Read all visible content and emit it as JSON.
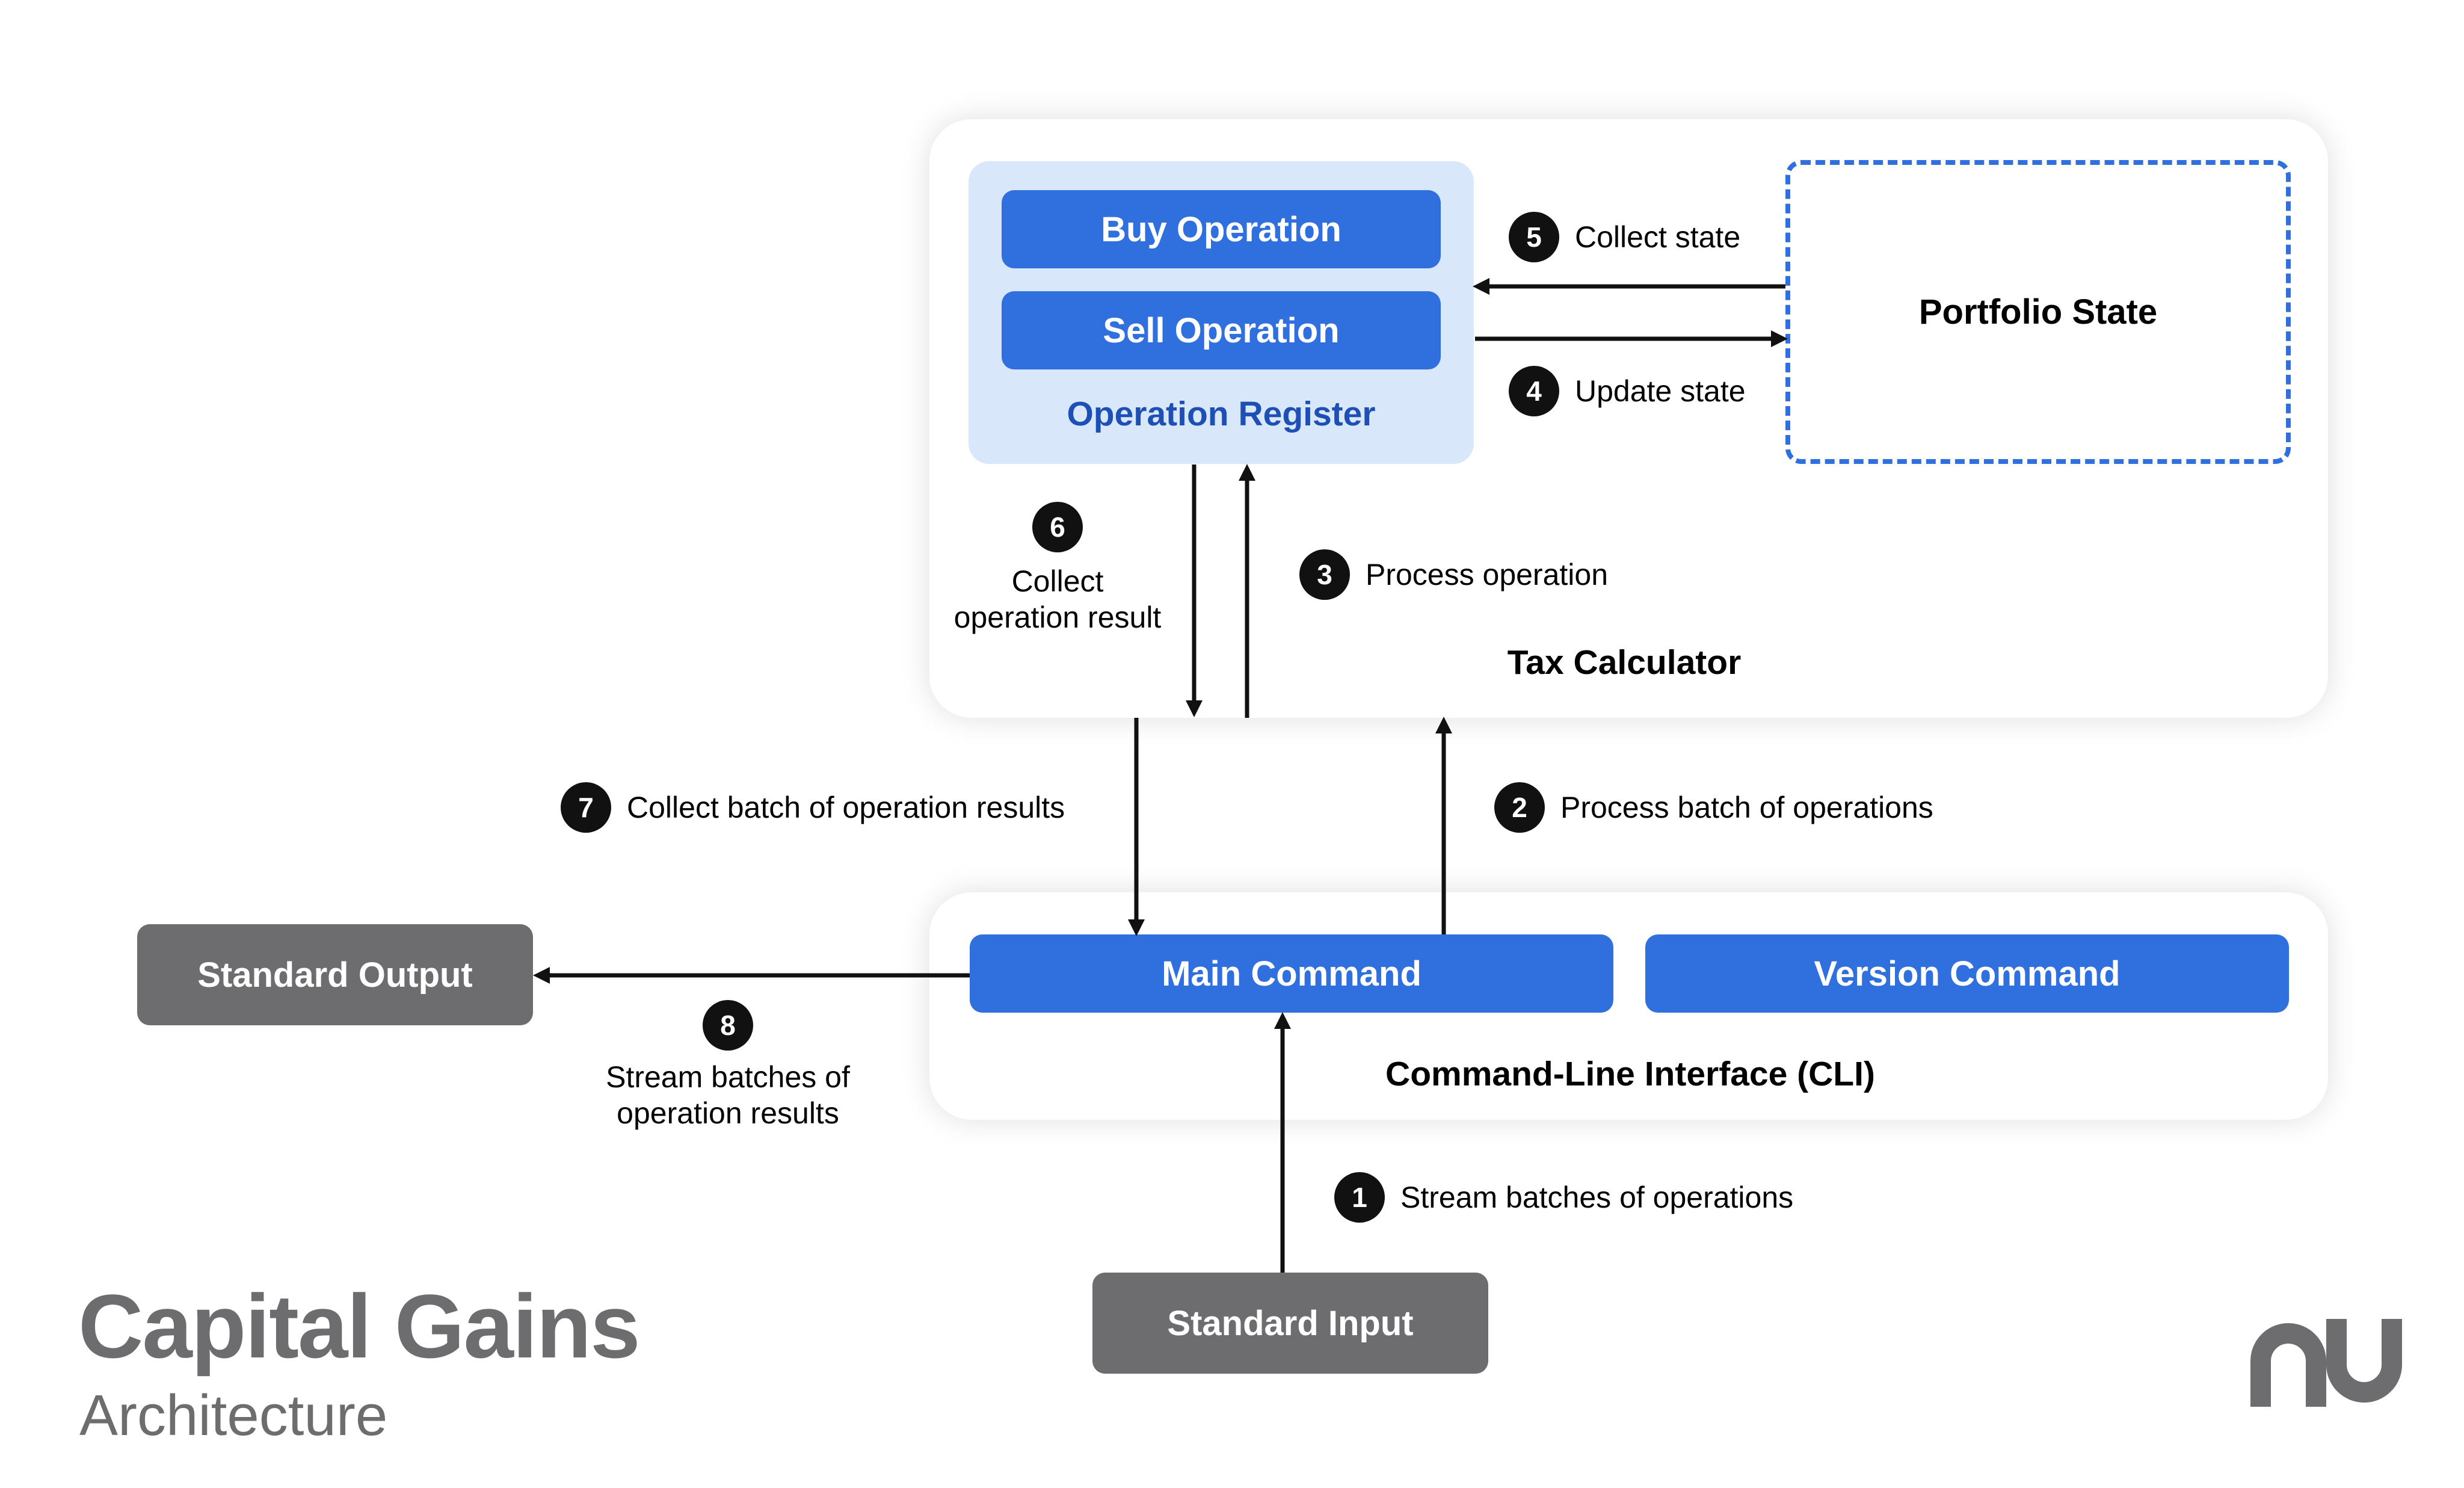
{
  "title": "Capital Gains",
  "subtitle": "Architecture",
  "logo_text": "nu",
  "tax_calculator": {
    "label": "Tax Calculator",
    "operation_register": {
      "label": "Operation Register",
      "buy": "Buy Operation",
      "sell": "Sell Operation"
    },
    "portfolio_state": "Portfolio State"
  },
  "cli": {
    "label": "Command-Line Interface (CLI)",
    "main_command": "Main Command",
    "version_command": "Version Command"
  },
  "standard_output": "Standard Output",
  "standard_input": "Standard Input",
  "steps": [
    {
      "num": "1",
      "text": "Stream batches of operations"
    },
    {
      "num": "2",
      "text": "Process batch of operations"
    },
    {
      "num": "3",
      "text": "Process operation"
    },
    {
      "num": "4",
      "text": "Update state"
    },
    {
      "num": "5",
      "text": "Collect state"
    },
    {
      "num": "6",
      "line1": "Collect",
      "line2": "operation result"
    },
    {
      "num": "7",
      "text": "Collect batch of operation results"
    },
    {
      "num": "8",
      "line1": "Stream batches of",
      "line2": "operation results"
    }
  ],
  "colors": {
    "primary_blue": "#2f6fde",
    "register_bg": "#d9e7fb",
    "register_text": "#1e4fb5",
    "io_gray": "#6d6d70",
    "title_gray": "#6d6d70",
    "badge": "#111111"
  }
}
